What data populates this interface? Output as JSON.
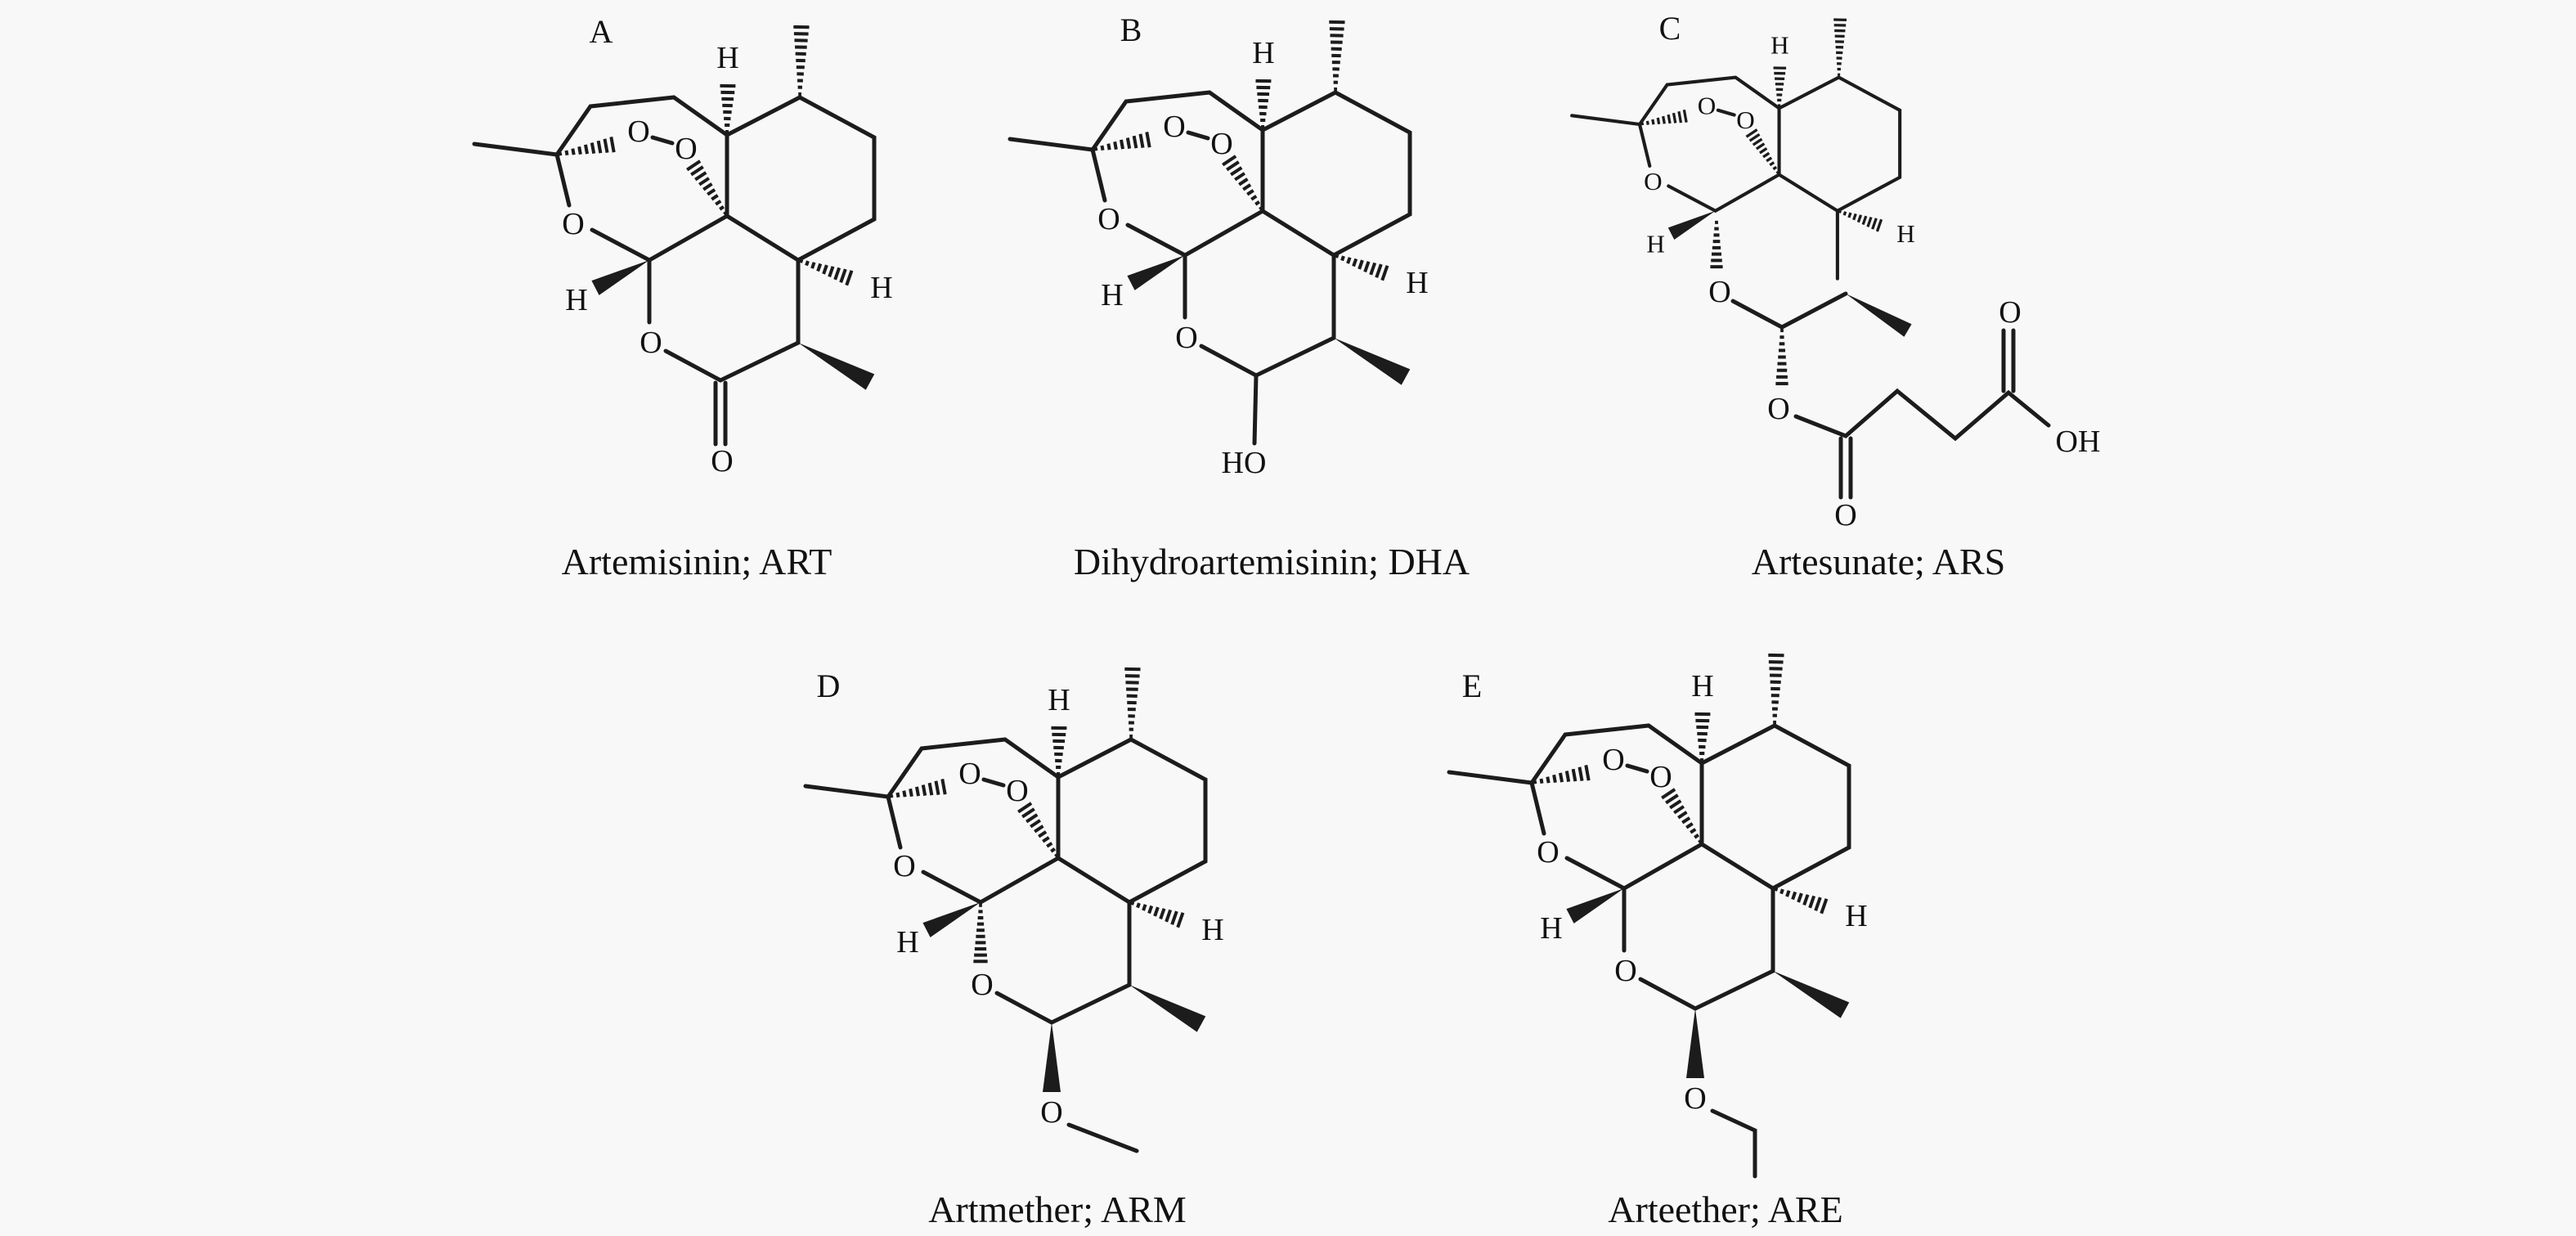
{
  "figure": {
    "molecules": [
      {
        "letter": "A",
        "name": "Artemisinin; ART"
      },
      {
        "letter": "B",
        "name": "Dihydroartemisinin; DHA"
      },
      {
        "letter": "C",
        "name": "Artesunate; ARS"
      },
      {
        "letter": "D",
        "name": "Artmether; ARM"
      },
      {
        "letter": "E",
        "name": "Arteether; ARE"
      }
    ],
    "atoms": {
      "O": "O",
      "H": "H",
      "HO": "HO",
      "OH": "OH"
    }
  }
}
